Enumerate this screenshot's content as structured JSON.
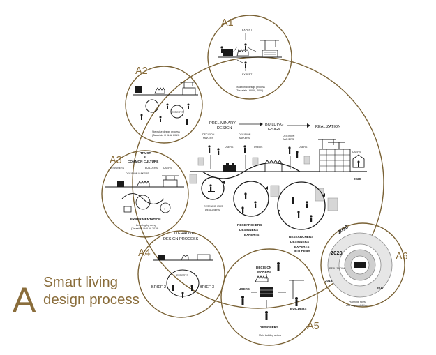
{
  "title": {
    "letter": "A",
    "line1": "Smart living",
    "line2": "design process"
  },
  "circles": {
    "a1": {
      "label": "A1",
      "expert_top": "EXPERT",
      "expert_bottom": "EXPERT",
      "caption1": "Traditional design process",
      "caption2": "(Tasselain / HILIA, 2019)"
    },
    "a2": {
      "label": "A2",
      "experts": "EXPERTS",
      "caption1": "Stepwise design process",
      "caption2": "(Tasselain / HILIA, 2019)"
    },
    "a3": {
      "label": "A3",
      "trust1": "TRUST",
      "trust2": "&",
      "trust3": "COMMON CULTURE",
      "designers": "DESIGNERS",
      "decision_makers": "DECISION MAKERS",
      "builders": "BUILDERS",
      "users": "USERS",
      "experimentation": "EXPERIMENTATION",
      "caption1": "Learning by doing",
      "caption2": "(Tasselain / HILIA, 2019)"
    },
    "a4": {
      "label": "A4",
      "title1": "ITERATIVE",
      "title2": "DESIGN PROCESS",
      "brief2": "BRIEF 2",
      "brief3": "BRIEF 3",
      "experts": "EXPERTS"
    },
    "a5": {
      "label": "A5",
      "decision1": "DECISION",
      "decision2": "MAKERS",
      "users": "USERS",
      "builders": "BUILDERS",
      "designers": "DESIGNERS",
      "caption": "Main building actors"
    },
    "a6": {
      "label": "A6",
      "y2050": "2050",
      "y2020": "2020",
      "y2018": "2018",
      "y2017": "2017",
      "realization": "REALIZATION",
      "caption1": "Planning, roles",
      "caption2": "and responsibilities"
    }
  },
  "main": {
    "stage1_a": "PRELIMINARY",
    "stage1_b": "DESIGN",
    "stage2_a": "BUILDING",
    "stage2_b": "DESIGN",
    "stage3": "REALIZATION",
    "decision_makers": "DECISION",
    "makers": "MAKERS",
    "users": "USERS",
    "year": "2020",
    "group1_a": "RESEARCHERS",
    "group1_b": "DESIGNERS",
    "group2_a": "RESEARCHERS",
    "group2_b": "DESIGNERS",
    "group2_c": "EXPERTS",
    "group3_a": "RESEARCHERS",
    "group3_b": "DESIGNERS",
    "group3_c": "EXPERTS",
    "group3_d": "BUILDERS"
  }
}
